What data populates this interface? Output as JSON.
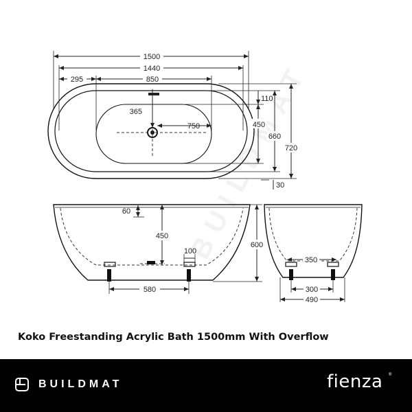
{
  "product": {
    "title": "Koko Freestanding Acrylic Bath 1500mm With Overflow"
  },
  "watermark": {
    "text": "BUILDMAT"
  },
  "footer": {
    "brand_left": "BUILDMAT",
    "brand_left_icon": "buildmat-logo-icon",
    "brand_right": "fienza",
    "brand_right_mark": "®",
    "background": "#000000",
    "text_color": "#ffffff"
  },
  "dimensions": {
    "units": "mm",
    "plan": {
      "overall_length": "1500",
      "inner_length": "1440",
      "waste_offset": "295",
      "basin_length": "850",
      "basin_half_width": "365",
      "basin_diagonal": "750",
      "rim_offset": "110",
      "basin_width": "450",
      "inner_width": "660",
      "overall_width": "720",
      "base_offset": "30"
    },
    "side": {
      "rim_depth": "60",
      "inner_depth": "450",
      "foot_width": "100",
      "overall_height": "600",
      "feet_spacing": "580"
    },
    "end": {
      "base_width": "350",
      "feet_spacing": "300",
      "overall_width": "490"
    }
  }
}
